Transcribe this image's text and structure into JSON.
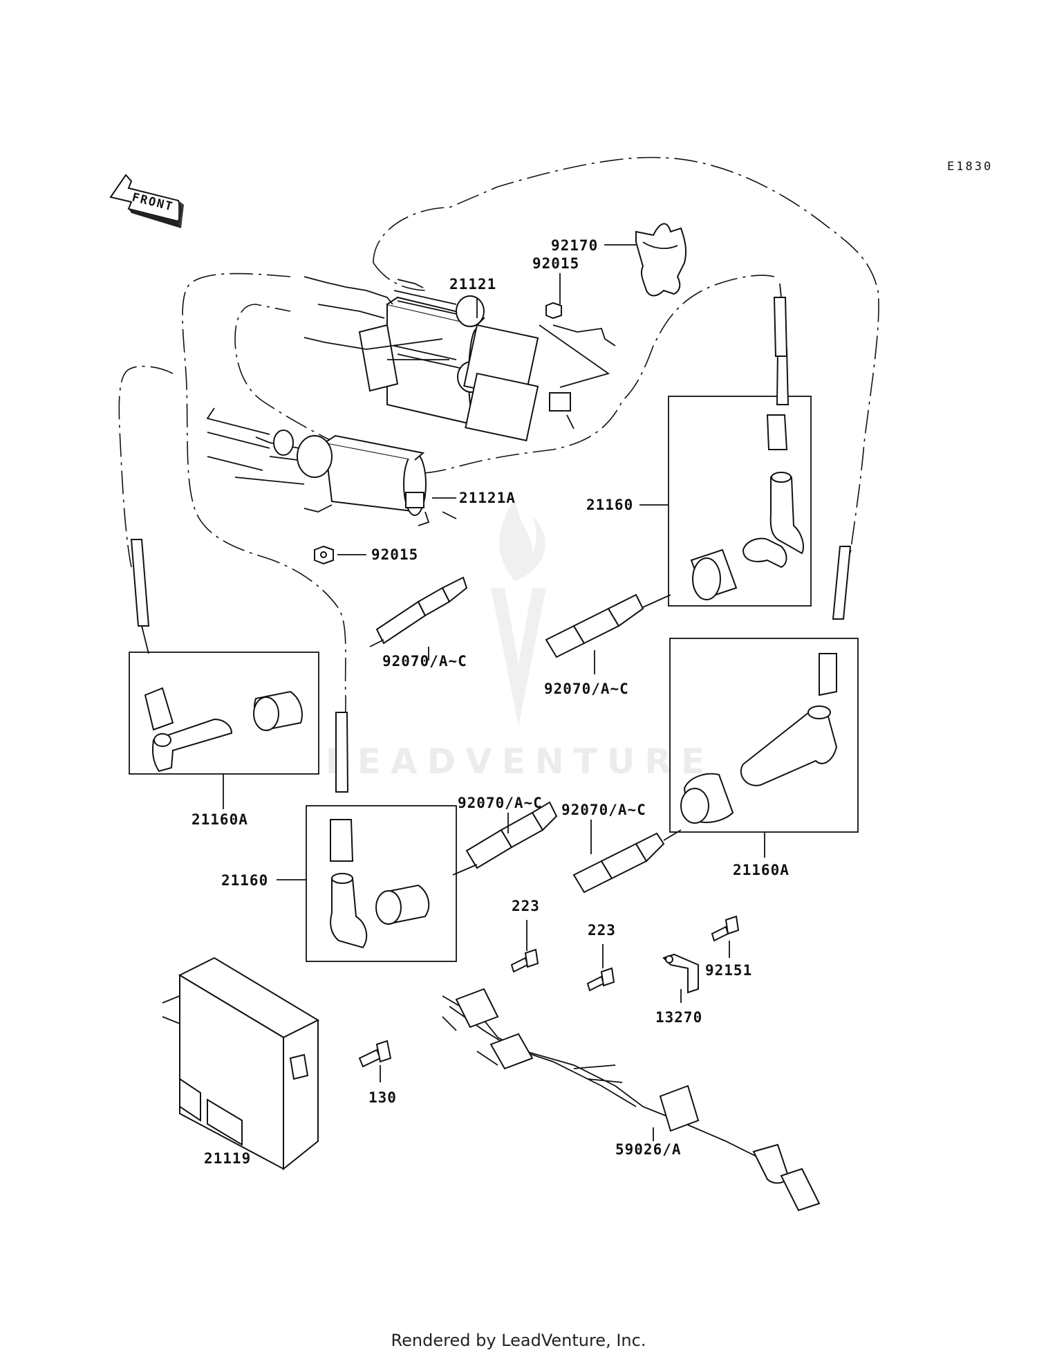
{
  "diagram_code": "E1830",
  "front_label": "FRONT",
  "watermark": "LEADVENTURE",
  "footer": "Rendered by LeadVenture, Inc.",
  "parts": {
    "p92170": "92170",
    "p92015_top": "92015",
    "p21121": "21121",
    "p21121A": "21121A",
    "p92015_bottom": "92015",
    "p21160_right_top": "21160",
    "p92070_a": "92070/A~C",
    "p92070_b": "92070/A~C",
    "p21160A_left": "21160A",
    "p92070_c": "92070/A~C",
    "p92070_d": "92070/A~C",
    "p21160_left_bottom": "21160",
    "p21160A_right": "21160A",
    "p223_a": "223",
    "p223_b": "223",
    "p92151": "92151",
    "p13270": "13270",
    "p130": "130",
    "p21119": "21119",
    "p59026": "59026/A"
  }
}
